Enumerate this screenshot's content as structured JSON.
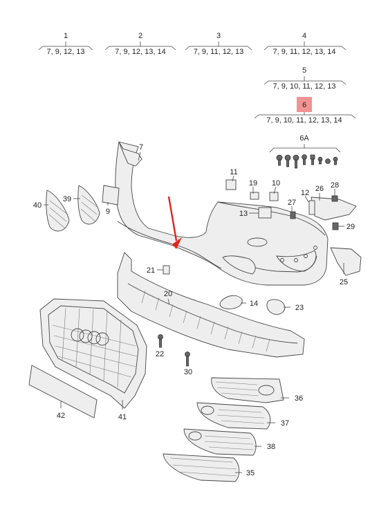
{
  "header_groups": [
    {
      "num": "1",
      "parts": "7, 9, 12, 13"
    },
    {
      "num": "2",
      "parts": "7, 9, 12, 13, 14"
    },
    {
      "num": "3",
      "parts": "7, 9, 11, 12, 13"
    },
    {
      "num": "4",
      "parts": "7, 9, 11, 12, 13, 14"
    },
    {
      "num": "5",
      "parts": "7, 9, 10, 11, 12, 13"
    },
    {
      "num": "6",
      "parts": "7, 9, 10, 11, 12, 13, 14",
      "highlighted": true
    },
    {
      "num": "6A",
      "parts": ""
    }
  ],
  "callouts": [
    "7",
    "9",
    "11",
    "19",
    "10",
    "12",
    "26",
    "28",
    "27",
    "29",
    "13",
    "39",
    "40",
    "21",
    "20",
    "14",
    "23",
    "25",
    "22",
    "30",
    "36",
    "37",
    "38",
    "35",
    "41",
    "42"
  ],
  "colors": {
    "highlight": "#f08080",
    "arrow": "#e0231f",
    "line": "#444444"
  }
}
